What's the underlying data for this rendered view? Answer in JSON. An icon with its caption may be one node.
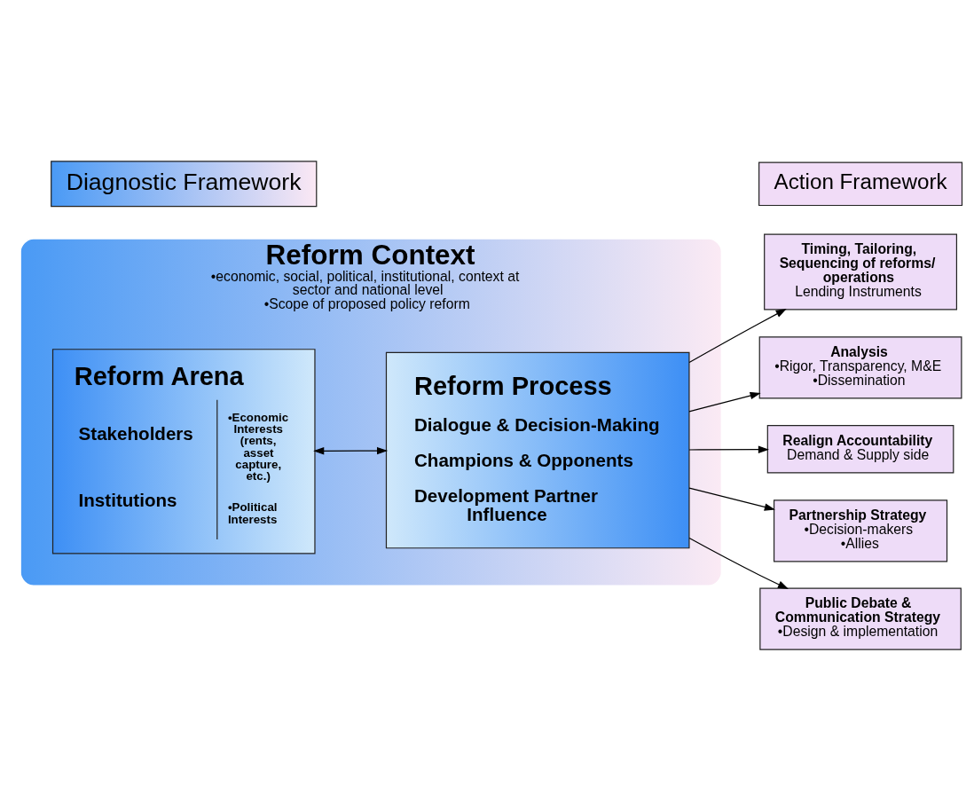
{
  "diagram": {
    "nodes": [
      {
        "text": [
          "Diagnostic Framework"
        ]
      },
      {
        "text": [
          "Action Framework"
        ]
      },
      {
        "text": [
          "Reform Context",
          "•economic, social, political, institutional, context at sector and national level",
          "•Scope of proposed policy reform"
        ]
      },
      {
        "text": [
          "Reform Arena",
          "Stakeholders",
          "Institutions",
          "•Economic Interests (rents, asset capture, etc.)",
          "•Political Interests"
        ],
        "in": 2
      },
      {
        "text": [
          "Reform Process",
          "Dialogue & Decision-Making",
          "Champions & Opponents",
          "Development Partner Influence"
        ],
        "in": 2
      },
      {
        "text": [
          "Timing, Tailoring, Sequencing of reforms/ operations",
          "Lending Instruments"
        ]
      },
      {
        "text": [
          "Analysis",
          "•Rigor, Transparency, M&E",
          "•Dissemination"
        ]
      },
      {
        "text": [
          "Realign Accountability",
          "Demand & Supply side"
        ]
      },
      {
        "text": [
          "Partnership Strategy",
          "•Decision-makers",
          "•Allies"
        ]
      },
      {
        "text": [
          "Public Debate & Communication Strategy",
          "•Design & implementation"
        ]
      }
    ],
    "edges": [
      {
        "from": 3,
        "to": 4,
        "arrow": "both"
      },
      {
        "from": 4,
        "to": 5,
        "arrow": "to"
      },
      {
        "from": 4,
        "to": 6,
        "arrow": "to"
      },
      {
        "from": 4,
        "to": 7,
        "arrow": "to"
      },
      {
        "from": 4,
        "to": 8,
        "arrow": "to"
      },
      {
        "from": 4,
        "to": 9,
        "arrow": "to"
      }
    ]
  }
}
